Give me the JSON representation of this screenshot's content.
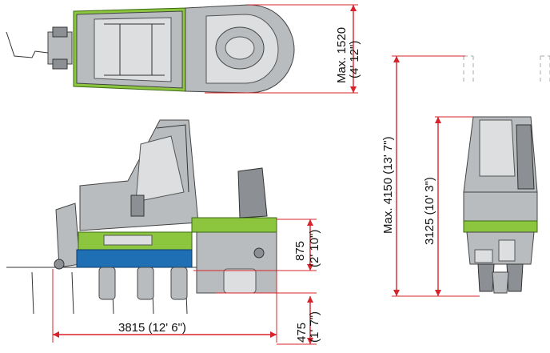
{
  "dimensions": {
    "top_width": {
      "value": "Max. 1520",
      "imperial": "(4' 12\")"
    },
    "length": "3815 (12' 6\")",
    "upper_height": {
      "value": "875",
      "imperial": "(2' 10\")"
    },
    "lower_depth": {
      "value": "475",
      "imperial": "(1' 7\")"
    },
    "max_height": "Max. 4150 (13' 7\")",
    "height": "3125 (10' 3\")"
  },
  "colors": {
    "dimension_line": "#d8232a",
    "accent_green": "#8cc63f",
    "accent_blue": "#1f6fb4",
    "machine_grey": "#b9bcbf"
  }
}
